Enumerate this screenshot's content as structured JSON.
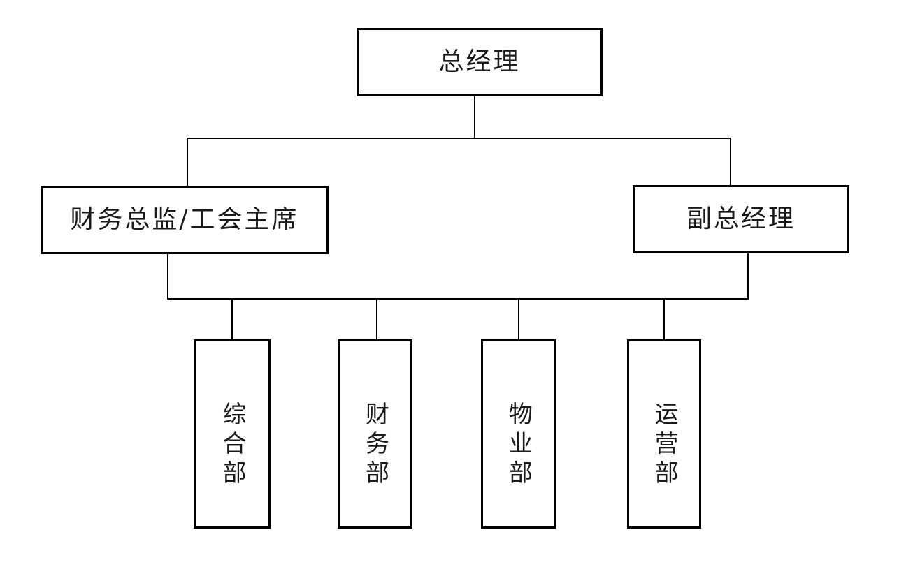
{
  "org_chart": {
    "root": {
      "label": "总经理"
    },
    "level2": [
      {
        "id": "finance-director-union-chairman",
        "label": "财务总监/工会主席"
      },
      {
        "id": "deputy-general-manager",
        "label": "副总经理"
      }
    ],
    "departments": [
      {
        "id": "general-affairs-dept",
        "label": "综合部"
      },
      {
        "id": "finance-dept",
        "label": "财务部"
      },
      {
        "id": "property-dept",
        "label": "物业部"
      },
      {
        "id": "operations-dept",
        "label": "运营部"
      }
    ],
    "colors": {
      "background": "#ffffff",
      "box_background": "#ffffff",
      "line": "#000000",
      "text": "#1a1a1a"
    }
  }
}
